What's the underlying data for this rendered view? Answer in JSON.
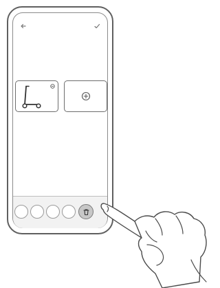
{
  "screen": {
    "topbar": {
      "back_icon": "arrow-left-icon",
      "confirm_icon": "checkmark-icon"
    },
    "tiles": [
      {
        "kind": "device",
        "icon": "kick-scooter-icon",
        "badge_icon": "remove-icon"
      },
      {
        "kind": "add",
        "icon": "plus-circle-icon"
      }
    ],
    "tray": {
      "slots": 4,
      "delete_icon": "trash-icon"
    }
  },
  "gesture": {
    "kind": "tap",
    "target": "delete-button",
    "icon": "pointing-hand-icon"
  },
  "colors": {
    "stroke": "#5f5f5f",
    "tray": "#f2f2f2",
    "delete_button": "#c7c7c7"
  }
}
